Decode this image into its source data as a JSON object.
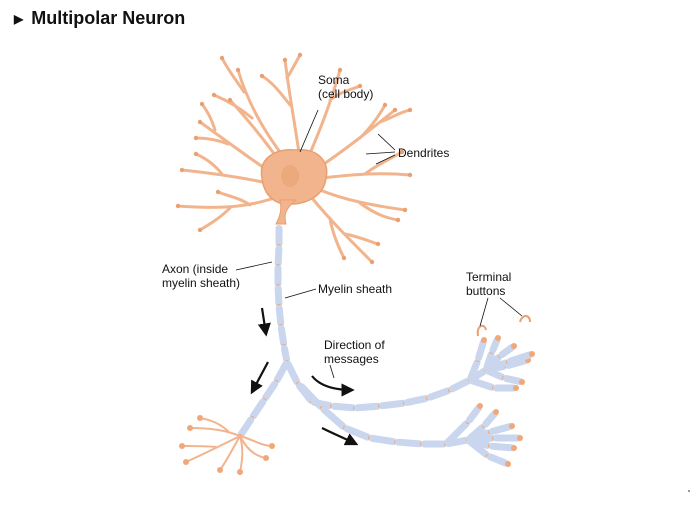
{
  "title": "Multipolar Neuron",
  "title_marker": "▶",
  "labels": {
    "soma_line1": "Soma",
    "soma_line2": "(cell body)",
    "dendrites": "Dendrites",
    "axon_line1": "Axon (inside",
    "axon_line2": "myelin sheath)",
    "myelin_sheath": "Myelin sheath",
    "terminal_line1": "Terminal",
    "terminal_line2": "buttons",
    "direction_line1": "Direction of",
    "direction_line2": "messages"
  },
  "colors": {
    "cell": "#f2b48c",
    "cell_dark": "#e8a070",
    "myelin": "#c9d6ee",
    "myelin_edge": "#9fb2d8",
    "node": "#f0a878",
    "text": "#111111"
  }
}
